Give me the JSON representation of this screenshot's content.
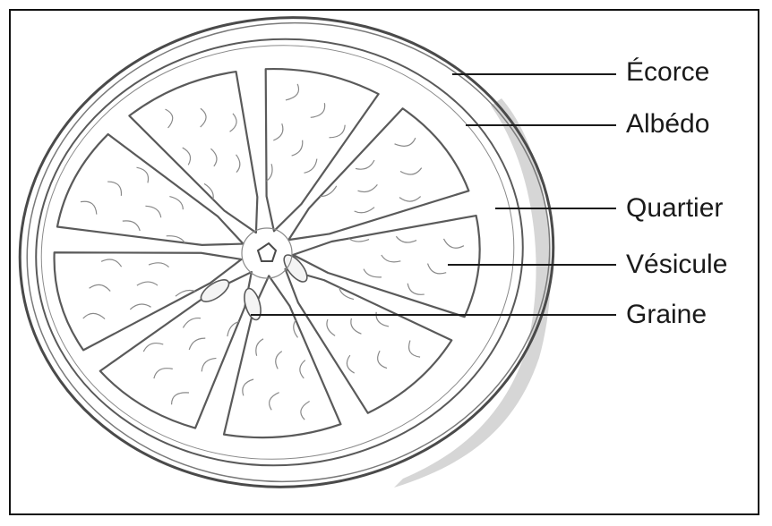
{
  "labels": [
    {
      "id": "ecorce",
      "text": "Écorce"
    },
    {
      "id": "albedo",
      "text": "Albédo"
    },
    {
      "id": "quartier",
      "text": "Quartier"
    },
    {
      "id": "vesicule",
      "text": "Vésicule"
    },
    {
      "id": "graine",
      "text": "Graine"
    }
  ],
  "colors": {
    "ink": "#1a1a1a",
    "sketch": "#5a5a5a",
    "shade": "#cfcfcf",
    "frame": "#111111"
  }
}
